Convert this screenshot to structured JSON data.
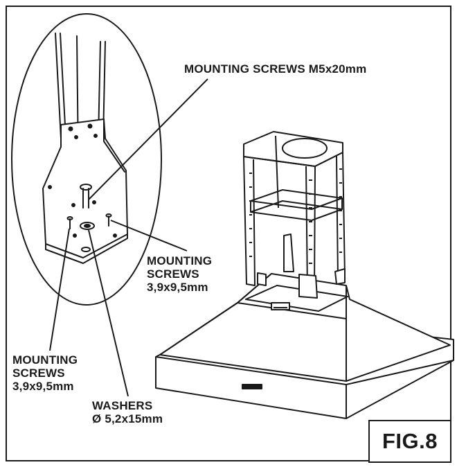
{
  "labels": {
    "mounting_screws_m5": "MOUNTING SCREWS M5x20mm",
    "right_screws_line1": "MOUNTING",
    "right_screws_line2": "SCREWS",
    "right_screws_line3": "3,9x9,5mm",
    "left_screws_line1": "MOUNTING",
    "left_screws_line2": "SCREWS",
    "left_screws_line3": "3,9x9,5mm",
    "washers_line1": "WASHERS",
    "washers_line2": "Ø 5,2x15mm"
  },
  "figure_label": "FIG.8"
}
